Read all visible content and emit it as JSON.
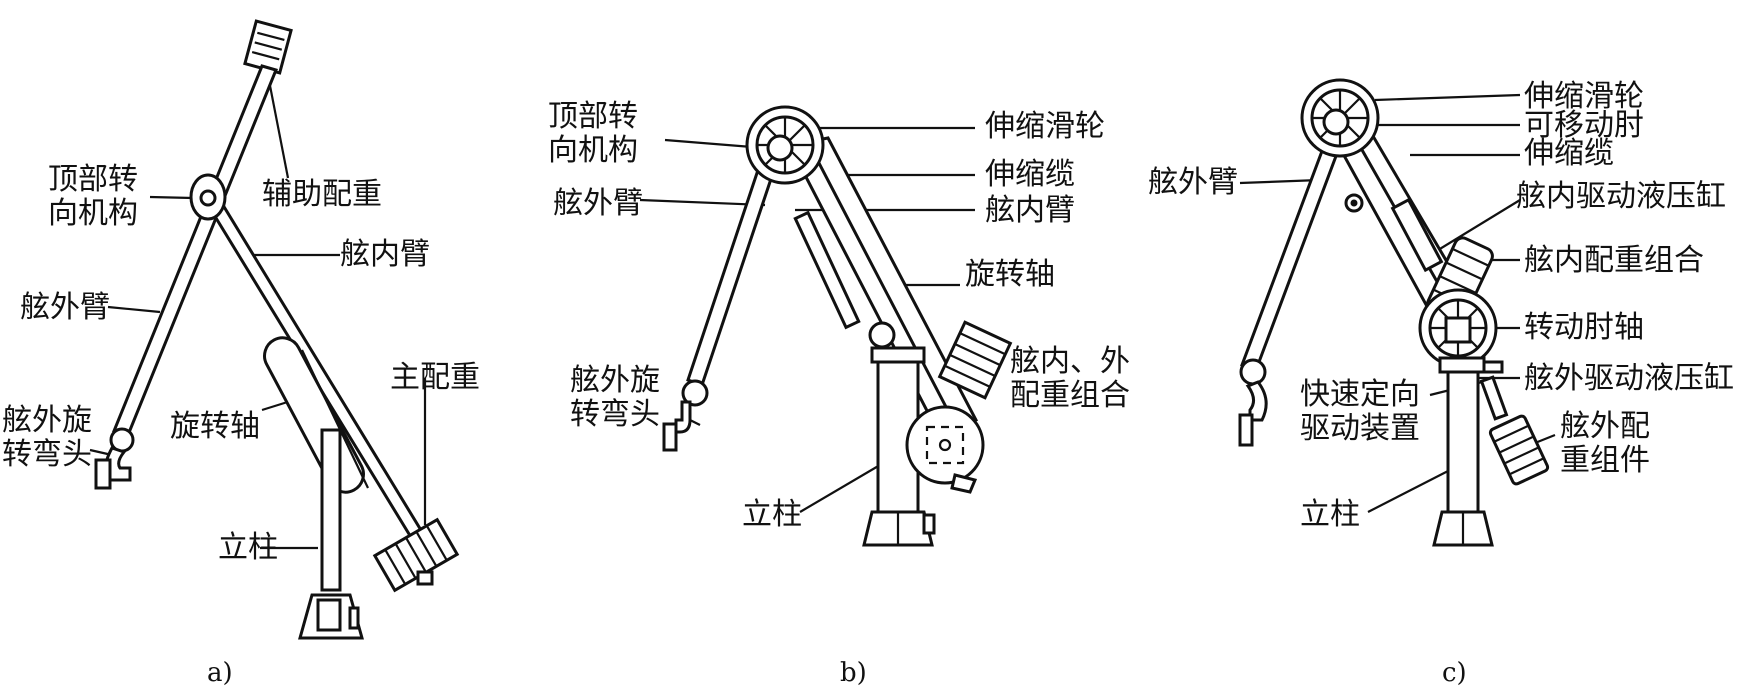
{
  "panels": {
    "a": {
      "caption": "a)",
      "labels": {
        "top_turning_line1": "顶部转",
        "top_turning_line2": "向机构",
        "aux_counterweight": "辅助配重",
        "inboard_arm": "舷内臂",
        "outboard_arm": "舷外臂",
        "main_counterweight": "主配重",
        "swivel_elbow_line1": "舷外旋",
        "swivel_elbow_line2": "转弯头",
        "rotating_shaft": "旋转轴",
        "column": "立柱"
      }
    },
    "b": {
      "caption": "b)",
      "labels": {
        "top_turning_line1": "顶部转",
        "top_turning_line2": "向机构",
        "telescopic_pulley": "伸缩滑轮",
        "telescopic_cable": "伸缩缆",
        "outboard_arm": "舷外臂",
        "inboard_arm": "舷内臂",
        "rotating_shaft": "旋转轴",
        "in_out_counterweight_line1": "舷内、外",
        "in_out_counterweight_line2": "配重组合",
        "swivel_elbow_line1": "舷外旋",
        "swivel_elbow_line2": "转弯头",
        "column": "立柱"
      }
    },
    "c": {
      "caption": "c)",
      "labels": {
        "telescopic_pulley": "伸缩滑轮",
        "movable_elbow": "可移动肘",
        "telescopic_cable": "伸缩缆",
        "outboard_arm": "舷外臂",
        "inboard_hydraulic_cylinder": "舷内驱动液压缸",
        "inboard_counterweight": "舷内配重组合",
        "elbow_shaft": "转动肘轴",
        "quick_orient_line1": "快速定向",
        "quick_orient_line2": "驱动装置",
        "outboard_hydraulic_cylinder": "舷外驱动液压缸",
        "outboard_counterweight_line1": "舷外配",
        "outboard_counterweight_line2": "重组件",
        "column": "立柱"
      }
    }
  },
  "colors": {
    "ink": "#111111",
    "paper": "#ffffff"
  }
}
